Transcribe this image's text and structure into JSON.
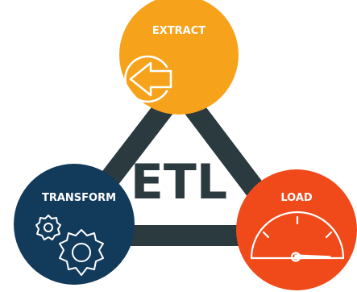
{
  "diagram": {
    "center_title": "ETL",
    "nodes": {
      "extract": {
        "label": "EXTRACT",
        "icon": "circular-arrow-icon",
        "color": "#F7A21B"
      },
      "transform": {
        "label": "TRANSFORM",
        "icon": "gears-icon",
        "color": "#123A5A"
      },
      "load": {
        "label": "LOAD",
        "icon": "speedometer-icon",
        "color": "#F04A1A"
      }
    },
    "connector_color": "#2B3A3F",
    "title_color": "#2B3A3F",
    "icon_color": "#ffffff"
  }
}
